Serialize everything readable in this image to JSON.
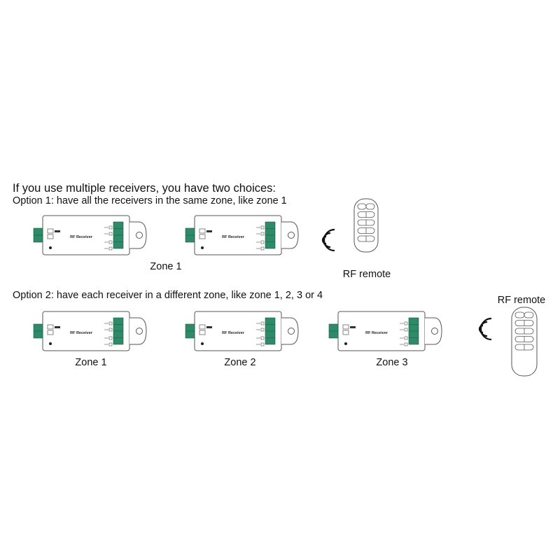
{
  "texts": {
    "intro": "If you use multiple receivers, you have two choices:",
    "option1": "Option 1: have all the receivers in the same zone, like zone 1",
    "option2": "Option 2: have each receiver in a different zone, like zone 1, 2, 3 or 4"
  },
  "receiver": {
    "label": "RF Receiver"
  },
  "option1": {
    "zone_label": "Zone 1",
    "remote_label": "RF remote"
  },
  "option2": {
    "zones": [
      "Zone 1",
      "Zone 2",
      "Zone 3"
    ],
    "remote_label": "RF remote"
  },
  "colors": {
    "terminal": "#2e8b6a",
    "outline": "#555555",
    "text": "#111111"
  }
}
